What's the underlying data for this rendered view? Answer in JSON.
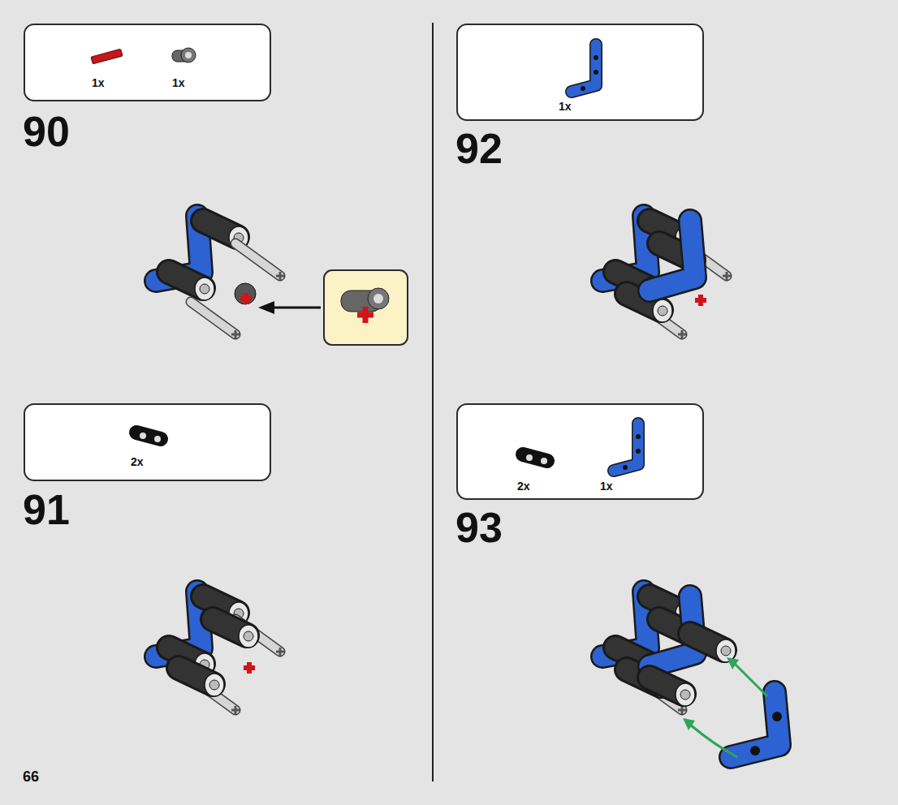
{
  "diagram": {
    "nodes": [
      {
        "text": [
          "1x",
          "1x"
        ]
      },
      {
        "text": [
          "2x"
        ]
      },
      {
        "text": [
          "1x"
        ]
      },
      {
        "text": [
          "2x",
          "1x"
        ]
      }
    ],
    "labels": [
      "90",
      "91",
      "92",
      "93",
      "66"
    ]
  }
}
